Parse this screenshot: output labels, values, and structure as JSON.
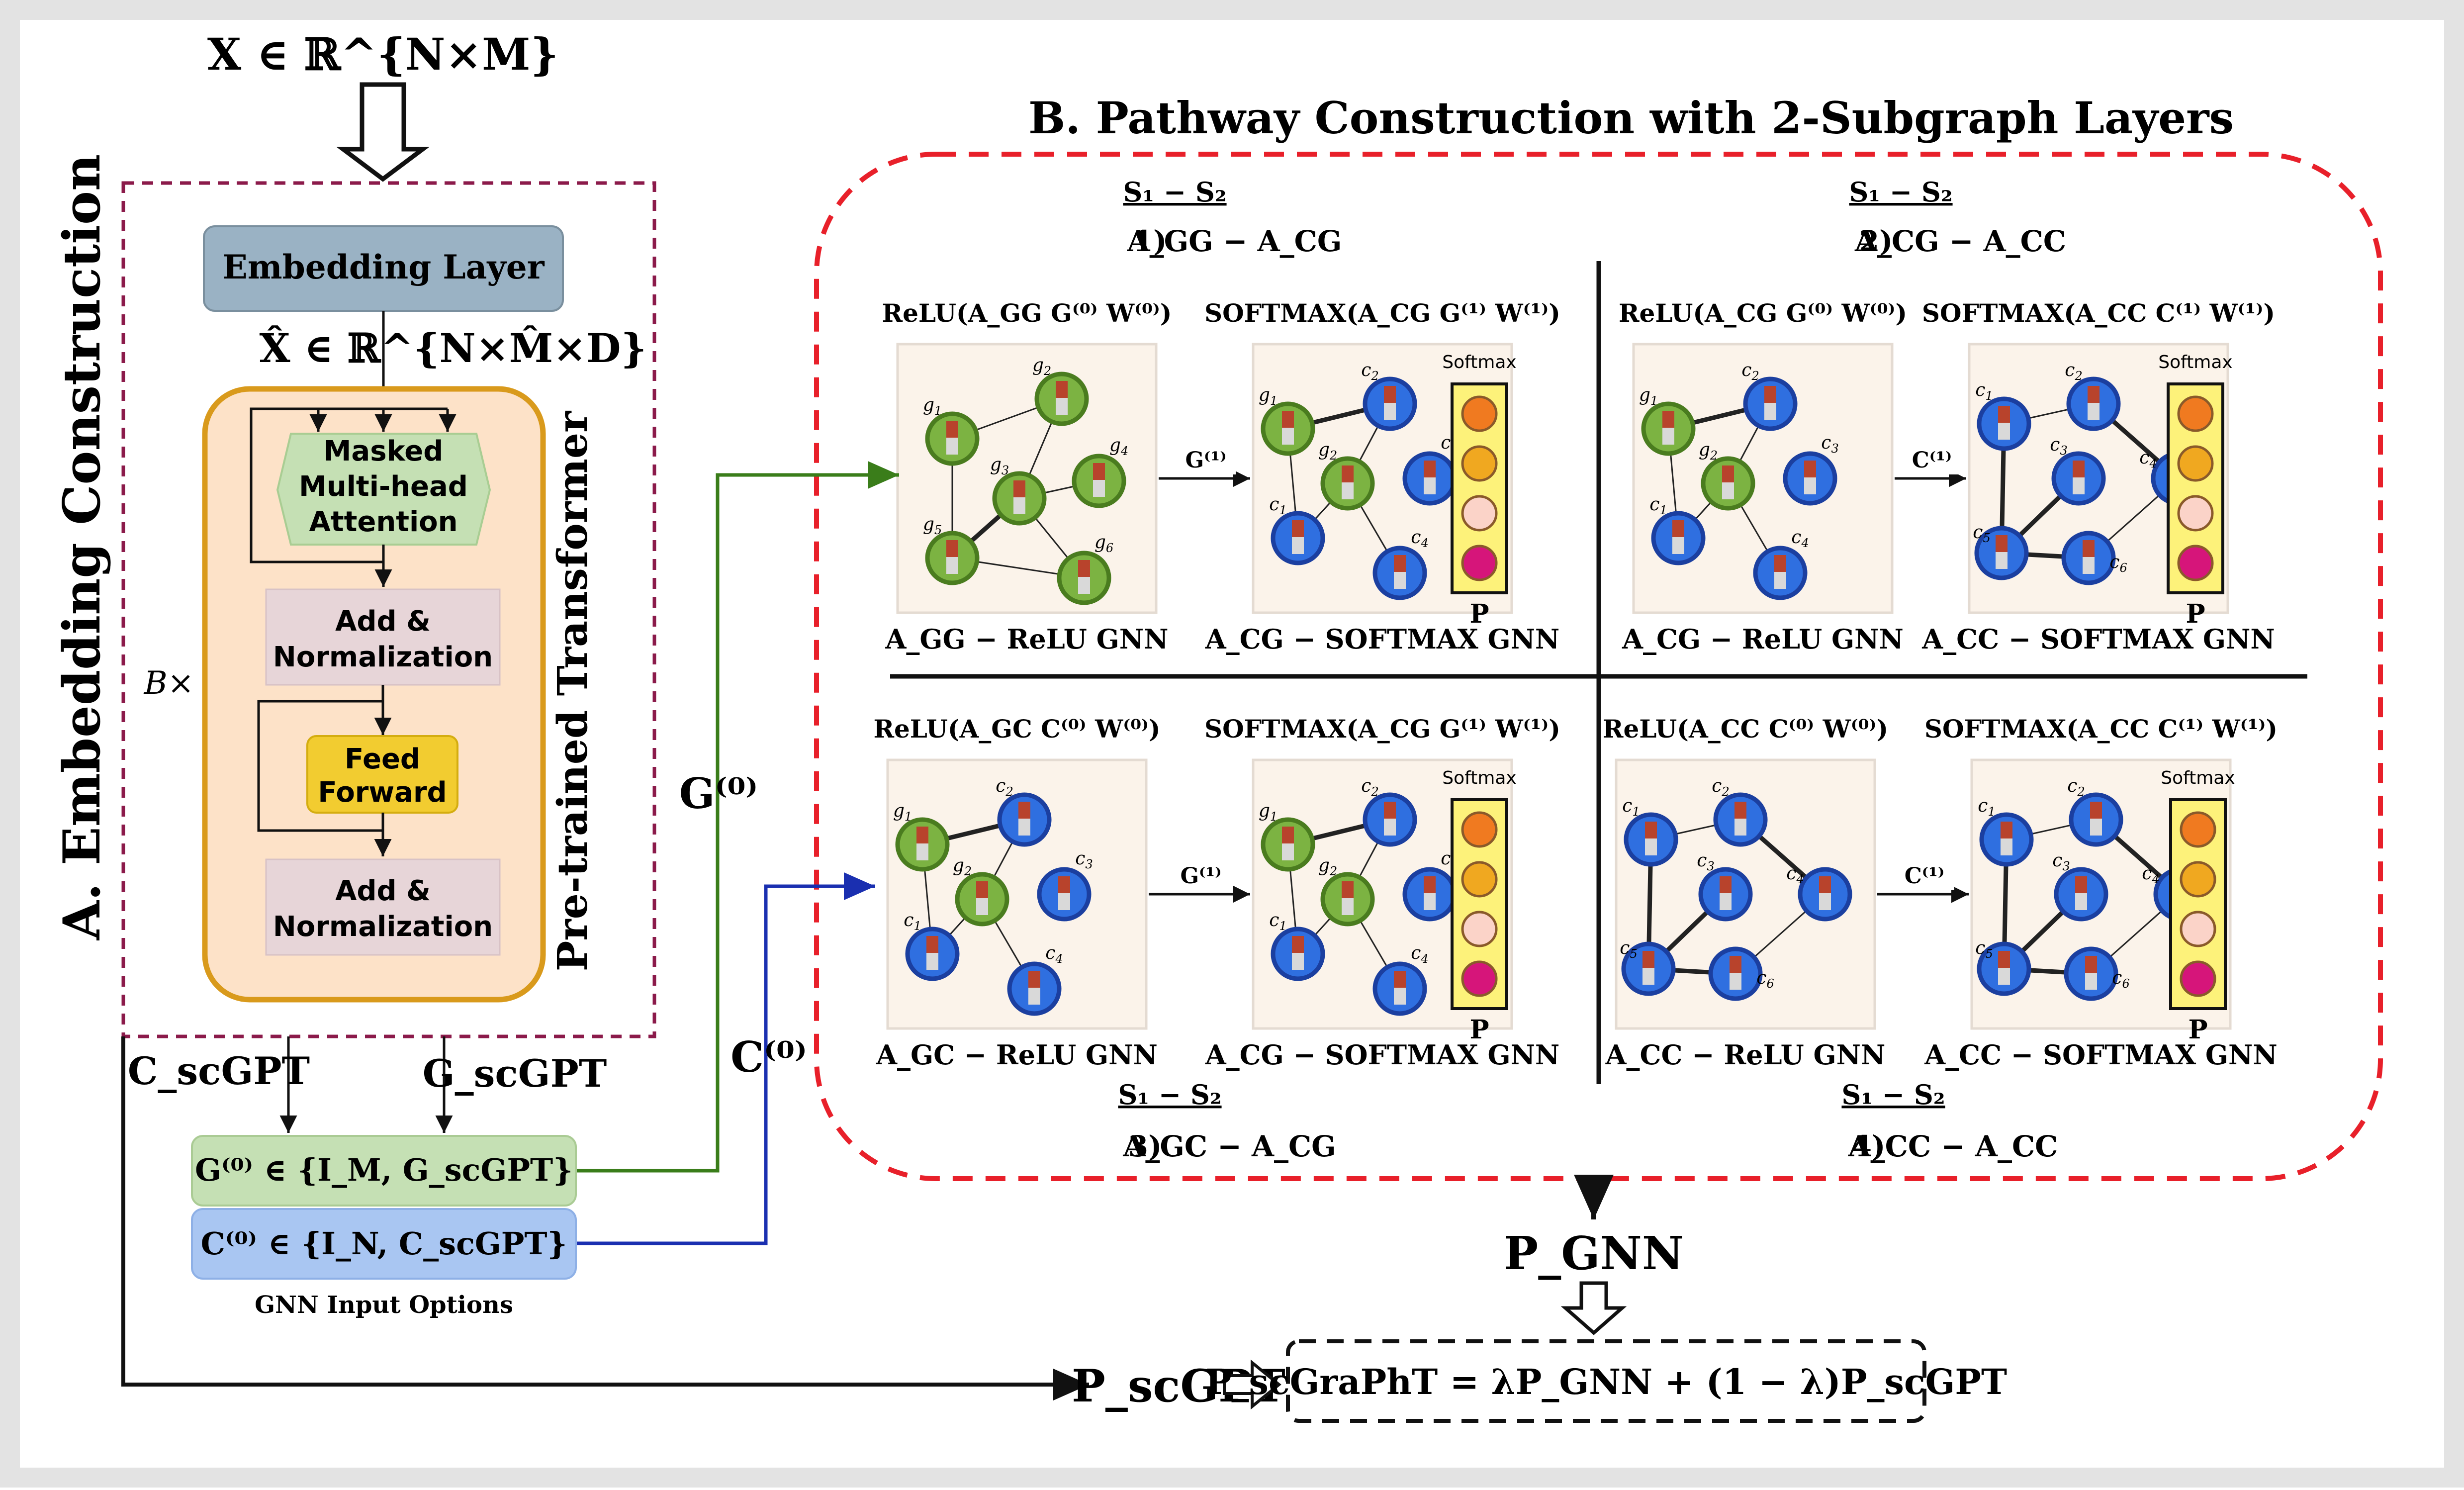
{
  "input": {
    "label": "X ∈ ℝ^{N×M}"
  },
  "section_a": {
    "title": "A. Embedding Construction",
    "embedding_layer": "Embedding Layer",
    "xhat": "X̂ ∈ ℝ^{N×M̂×D}",
    "transformer_label": "Pre-trained Transformer",
    "repeat": "B×",
    "attention": [
      "Masked",
      "Multi-head",
      "Attention"
    ],
    "addnorm": [
      "Add  &",
      "Normalization"
    ],
    "feedforward": [
      "Feed",
      "Forward"
    ],
    "c_out": "C_scGPT",
    "g_out": "G_scGPT",
    "g_option": "G⁽⁰⁾ ∈ {I_M, G_scGPT}",
    "c_option": "C⁽⁰⁾ ∈ {I_N, C_scGPT}",
    "options_caption": "GNN Input Options"
  },
  "section_b": {
    "title": "B. Pathway Construction with 2-Subgraph Layers",
    "s_header": "S₁ − S₂",
    "softmax_label": "Softmax",
    "p_label": "P",
    "edge_g1": "G⁽¹⁾",
    "edge_c1": "C⁽¹⁾",
    "quadrants": [
      {
        "num": "1)",
        "pair": "A_GG − A_CG",
        "left_formula": "ReLU(A_GG G⁽⁰⁾ W⁽⁰⁾)",
        "right_formula": "SOFTMAX(A_CG G⁽¹⁾ W⁽¹⁾)",
        "left_caption": "A_GG − ReLU GNN",
        "right_caption": "A_CG − SOFTMAX GNN"
      },
      {
        "num": "2)",
        "pair": "A_CG − A_CC",
        "left_formula": "ReLU(A_CG G⁽⁰⁾ W⁽⁰⁾)",
        "right_formula": "SOFTMAX(A_CC C⁽¹⁾ W⁽¹⁾)",
        "left_caption": "A_CG − ReLU GNN",
        "right_caption": "A_CC − SOFTMAX GNN"
      },
      {
        "num": "3)",
        "pair": "A_GC − A_CG",
        "left_formula": "ReLU(A_GC C⁽⁰⁾ W⁽⁰⁾)",
        "right_formula": "SOFTMAX(A_CG G⁽¹⁾ W⁽¹⁾)",
        "left_caption": "A_GC − ReLU GNN",
        "right_caption": "A_CG − SOFTMAX GNN"
      },
      {
        "num": "4)",
        "pair": "A_CC − A_CC",
        "left_formula": "ReLU(A_CC C⁽⁰⁾ W⁽⁰⁾)",
        "right_formula": "SOFTMAX(A_CC C⁽¹⁾ W⁽¹⁾)",
        "left_caption": "A_CC − ReLU GNN",
        "right_caption": "A_CC − SOFTMAX GNN"
      }
    ],
    "g0_label": "G⁽⁰⁾",
    "c0_label": "C⁽⁰⁾"
  },
  "output": {
    "p_gnn": "P_GNN",
    "p_scgpt": "P_scGPT",
    "final": "P_scGraPhT = λP_GNN + (1 − λ)P_scGPT"
  },
  "colors": {
    "gene_fill": "#7cb342",
    "gene_stroke": "#4a7c1f",
    "cell_fill": "#2f6fe0",
    "cell_stroke": "#1b3fa0",
    "red_dash": "#e8202a",
    "maroon_dash": "#8b1a4a",
    "green_arrow": "#3a7d1a",
    "blue_arrow": "#1a2fb0",
    "panel_bg": "#fbf3ea",
    "transformer_fill": "#fde2c8",
    "transformer_stroke": "#d99a1c"
  }
}
